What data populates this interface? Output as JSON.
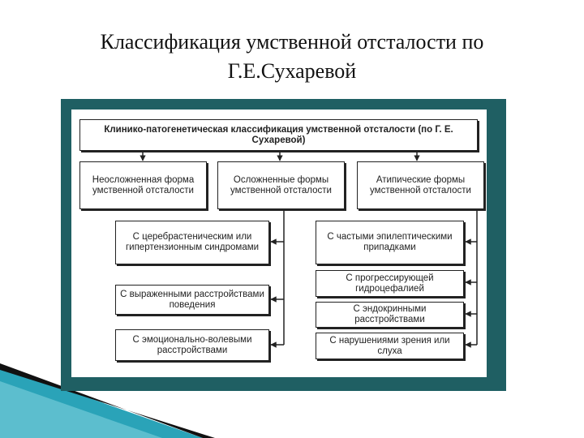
{
  "title": {
    "line1": "Классификация умственной отсталости по",
    "line2": "Г.Е.Сухаревой"
  },
  "diagram": {
    "root": "Клинико-патогенетическая классификация умственной отсталости (по Г. Е. Сухаревой)",
    "forms": [
      "Неосложненная форма умственной отсталости",
      "Осложненные формы умственной отсталости",
      "Атипические формы умственной отсталости"
    ],
    "complicated": [
      "С церебрастеническим или гипертензионным синдромами",
      "С выраженными расстройствами поведения",
      "С эмоционально-волевыми расстройствами"
    ],
    "atypical": [
      "С частыми эпилептическими припадками",
      "С прогрессирующей гидроцефалией",
      "С эндокринными расстройствами",
      "С нарушениями зрения или слуха"
    ]
  },
  "colors": {
    "frame": "#1f5f63",
    "accent_teal": "#2aa3b8",
    "accent_dark": "#111111"
  }
}
